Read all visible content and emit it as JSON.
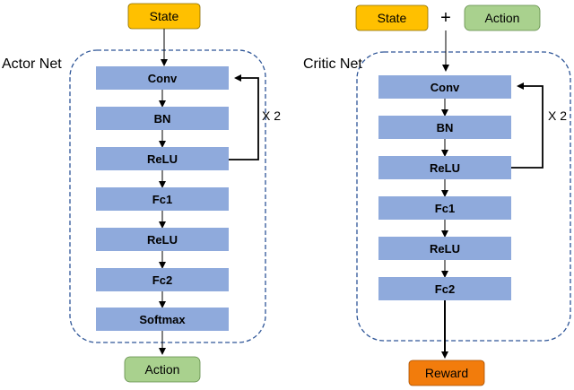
{
  "colors": {
    "layer_fill": "#8faadc",
    "state_fill": "#ffc000",
    "action_fill": "#a9d18e",
    "reward_fill": "#f27c0c",
    "dashed_border": "#2e5597",
    "arrow": "#000000"
  },
  "actor": {
    "title": "Actor Net",
    "input": "State",
    "layers": [
      "Conv",
      "BN",
      "ReLU",
      "Fc1",
      "ReLU",
      "Fc2",
      "Softmax"
    ],
    "repeat_label": "X 2",
    "output": "Action"
  },
  "critic": {
    "title": "Critic Net",
    "input_state": "State",
    "plus": "+",
    "input_action": "Action",
    "layers": [
      "Conv",
      "BN",
      "ReLU",
      "Fc1",
      "ReLU",
      "Fc2"
    ],
    "repeat_label": "X 2",
    "output": "Reward"
  }
}
